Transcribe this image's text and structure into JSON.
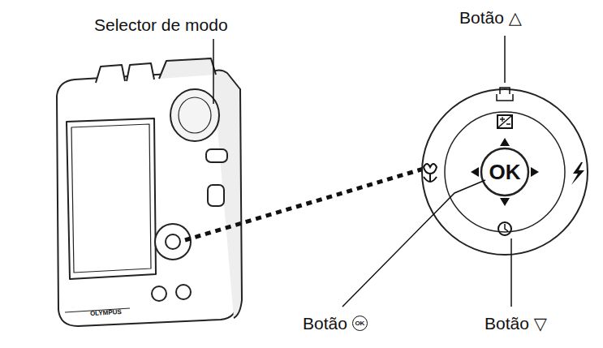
{
  "diagram": {
    "labels": [
      "Selector de modo",
      "Botão △",
      "OK",
      "OLYMPUS",
      "Botão",
      "OK",
      "Botão ▽"
    ]
  }
}
